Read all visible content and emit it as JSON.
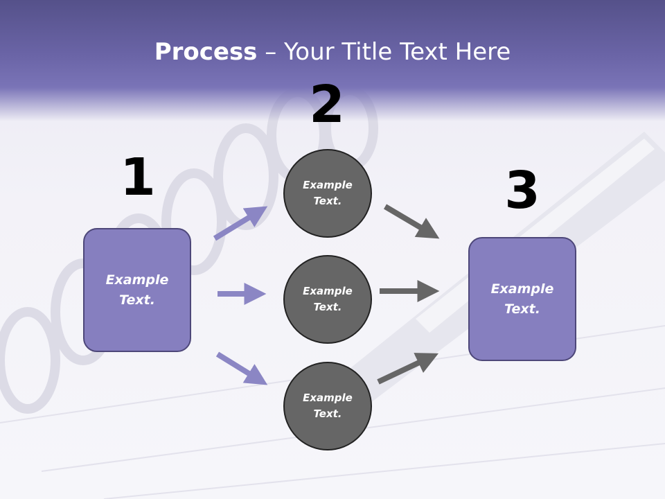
{
  "slide": {
    "title_bold": "Process",
    "title_rest": " – Your Title Text Here"
  },
  "steps": {
    "one": {
      "number": "1",
      "text": "Example Text."
    },
    "two": {
      "number": "2"
    },
    "three": {
      "number": "3",
      "text": "Example Text."
    }
  },
  "circles": [
    {
      "text": "Example Text."
    },
    {
      "text": "Example Text."
    },
    {
      "text": "Example Text."
    }
  ],
  "colors": {
    "header": "#6a64a6",
    "box_fill": "#867fbf",
    "box_border": "#4d4779",
    "circle_fill": "#666666",
    "arrow_purple": "#8b86c4",
    "arrow_gray": "#666666"
  }
}
